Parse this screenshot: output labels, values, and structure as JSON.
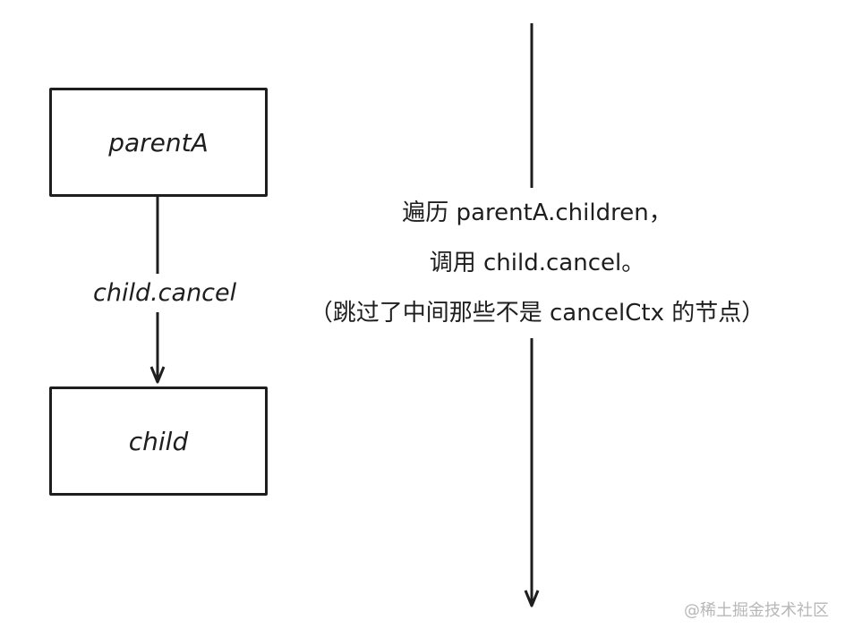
{
  "nodes": {
    "parent": {
      "label": "parentA"
    },
    "child": {
      "label": "child"
    }
  },
  "edge": {
    "label": "child.cancel"
  },
  "note": {
    "line1": "遍历 parentA.children，",
    "line2": "调用 child.cancel。",
    "line3": "（跳过了中间那些不是 cancelCtx 的节点）"
  },
  "watermark": "@稀土掘金技术社区",
  "colors": {
    "stroke": "#1e1e1e",
    "background": "#ffffff",
    "watermark": "#b7b7b7"
  }
}
